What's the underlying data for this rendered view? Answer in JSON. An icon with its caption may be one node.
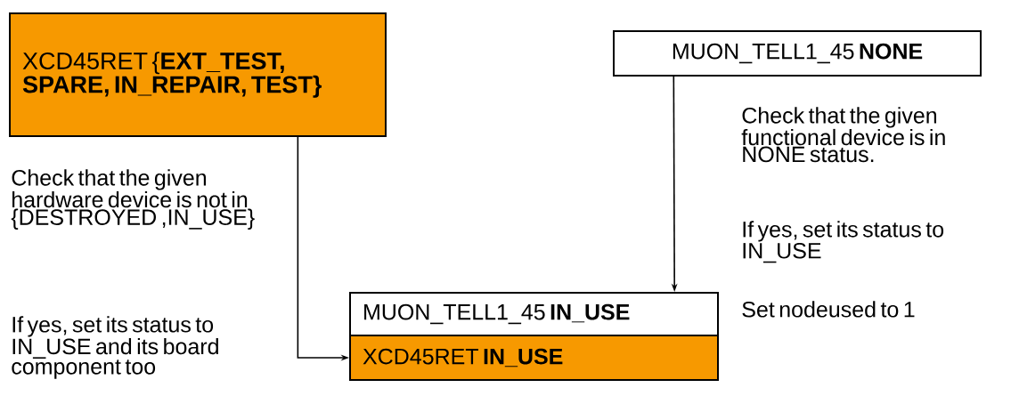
{
  "diagram": {
    "nodes": [
      {
        "text": [
          "XCD45RET {**EXT_TEST, SPARE, IN_REPAIR, TEST}**"
        ]
      },
      {
        "text": [
          "MUON_TELL1_45 **NONE**"
        ]
      },
      {
        "text": [
          "MUON_TELL1_45 **IN_USE**"
        ]
      },
      {
        "text": [
          "XCD45RET **IN_USE**"
        ]
      }
    ],
    "edges": [
      {
        "from": 0,
        "to": 3,
        "arrow": "to"
      },
      {
        "from": 1,
        "to": 2,
        "arrow": "to"
      }
    ],
    "labels": [
      "Check that the given hardware device is not in {DESTROYED ,IN_USE}",
      "If yes, set its status to IN_USE and its board component too",
      "Check that the given functional device is in NONE status.",
      "If yes, set its status to IN_USE",
      "Set nodeused to 1"
    ]
  }
}
